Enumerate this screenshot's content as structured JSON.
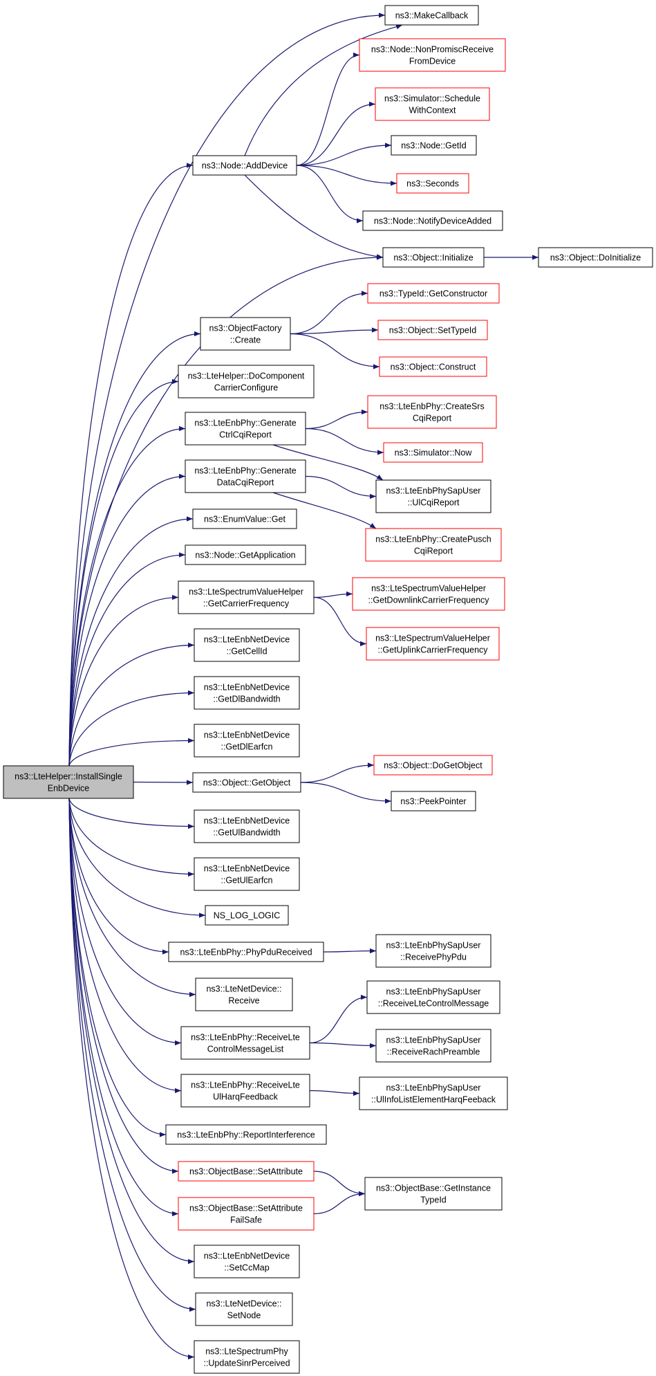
{
  "colors": {
    "edge": "#191970",
    "border_normal": "#000000",
    "border_truncated": "#ff0000",
    "root_fill": "#bfbfbf",
    "node_fill": "#ffffff"
  },
  "nodes": [
    {
      "id": "root",
      "lines": [
        "ns3::LteHelper::InstallSingle",
        "EnbDevice"
      ],
      "style": "root"
    },
    {
      "id": "makecallback",
      "lines": [
        "ns3::MakeCallback"
      ],
      "style": "normal"
    },
    {
      "id": "nonpromisc",
      "lines": [
        "ns3::Node::NonPromiscReceive",
        "FromDevice"
      ],
      "style": "truncated"
    },
    {
      "id": "schedctx",
      "lines": [
        "ns3::Simulator::Schedule",
        "WithContext"
      ],
      "style": "truncated"
    },
    {
      "id": "adddevice",
      "lines": [
        "ns3::Node::AddDevice"
      ],
      "style": "normal"
    },
    {
      "id": "getid",
      "lines": [
        "ns3::Node::GetId"
      ],
      "style": "normal"
    },
    {
      "id": "seconds",
      "lines": [
        "ns3::Seconds"
      ],
      "style": "truncated"
    },
    {
      "id": "notifydev",
      "lines": [
        "ns3::Node::NotifyDeviceAdded"
      ],
      "style": "normal"
    },
    {
      "id": "objinit",
      "lines": [
        "ns3::Object::Initialize"
      ],
      "style": "normal"
    },
    {
      "id": "doinit",
      "lines": [
        "ns3::Object::DoInitialize"
      ],
      "style": "normal"
    },
    {
      "id": "getctor",
      "lines": [
        "ns3::TypeId::GetConstructor"
      ],
      "style": "truncated"
    },
    {
      "id": "ofcreate",
      "lines": [
        "ns3::ObjectFactory",
        "::Create"
      ],
      "style": "normal"
    },
    {
      "id": "settypeid",
      "lines": [
        "ns3::Object::SetTypeId"
      ],
      "style": "truncated"
    },
    {
      "id": "construct",
      "lines": [
        "ns3::Object::Construct"
      ],
      "style": "truncated"
    },
    {
      "id": "docomp",
      "lines": [
        "ns3::LteHelper::DoComponent",
        "CarrierConfigure"
      ],
      "style": "normal"
    },
    {
      "id": "createsrs",
      "lines": [
        "ns3::LteEnbPhy::CreateSrs",
        "CqiReport"
      ],
      "style": "truncated"
    },
    {
      "id": "genctrl",
      "lines": [
        "ns3::LteEnbPhy::Generate",
        "CtrlCqiReport"
      ],
      "style": "normal"
    },
    {
      "id": "simnow",
      "lines": [
        "ns3::Simulator::Now"
      ],
      "style": "truncated"
    },
    {
      "id": "gendata",
      "lines": [
        "ns3::LteEnbPhy::Generate",
        "DataCqiReport"
      ],
      "style": "normal"
    },
    {
      "id": "ulcqi",
      "lines": [
        "ns3::LteEnbPhySapUser",
        "::UlCqiReport"
      ],
      "style": "normal"
    },
    {
      "id": "enumget",
      "lines": [
        "ns3::EnumValue::Get"
      ],
      "style": "normal"
    },
    {
      "id": "createpusch",
      "lines": [
        "ns3::LteEnbPhy::CreatePusch",
        "CqiReport"
      ],
      "style": "truncated"
    },
    {
      "id": "getapp",
      "lines": [
        "ns3::Node::GetApplication"
      ],
      "style": "normal"
    },
    {
      "id": "getcarrier",
      "lines": [
        "ns3::LteSpectrumValueHelper",
        "::GetCarrierFrequency"
      ],
      "style": "normal"
    },
    {
      "id": "getdlcarrier",
      "lines": [
        "ns3::LteSpectrumValueHelper",
        "::GetDownlinkCarrierFrequency"
      ],
      "style": "truncated"
    },
    {
      "id": "getulcarrier",
      "lines": [
        "ns3::LteSpectrumValueHelper",
        "::GetUplinkCarrierFrequency"
      ],
      "style": "truncated"
    },
    {
      "id": "getcellid",
      "lines": [
        "ns3::LteEnbNetDevice",
        "::GetCellId"
      ],
      "style": "normal"
    },
    {
      "id": "getdlbw",
      "lines": [
        "ns3::LteEnbNetDevice",
        "::GetDlBandwidth"
      ],
      "style": "normal"
    },
    {
      "id": "getdlearfcn",
      "lines": [
        "ns3::LteEnbNetDevice",
        "::GetDlEarfcn"
      ],
      "style": "normal"
    },
    {
      "id": "dogetobject",
      "lines": [
        "ns3::Object::DoGetObject"
      ],
      "style": "truncated"
    },
    {
      "id": "getobject",
      "lines": [
        "ns3::Object::GetObject"
      ],
      "style": "normal"
    },
    {
      "id": "peekptr",
      "lines": [
        "ns3::PeekPointer"
      ],
      "style": "normal"
    },
    {
      "id": "getulbw",
      "lines": [
        "ns3::LteEnbNetDevice",
        "::GetUlBandwidth"
      ],
      "style": "normal"
    },
    {
      "id": "getulearfcn",
      "lines": [
        "ns3::LteEnbNetDevice",
        "::GetUlEarfcn"
      ],
      "style": "normal"
    },
    {
      "id": "nslog",
      "lines": [
        "NS_LOG_LOGIC"
      ],
      "style": "normal"
    },
    {
      "id": "phypdu",
      "lines": [
        "ns3::LteEnbPhy::PhyPduReceived"
      ],
      "style": "normal"
    },
    {
      "id": "recvphypdu",
      "lines": [
        "ns3::LteEnbPhySapUser",
        "::ReceivePhyPdu"
      ],
      "style": "normal"
    },
    {
      "id": "ltenetrecv",
      "lines": [
        "ns3::LteNetDevice::",
        "Receive"
      ],
      "style": "normal"
    },
    {
      "id": "recvltectrlmsg",
      "lines": [
        "ns3::LteEnbPhySapUser",
        "::ReceiveLteControlMessage"
      ],
      "style": "normal"
    },
    {
      "id": "recvctrllist",
      "lines": [
        "ns3::LteEnbPhy::ReceiveLte",
        "ControlMessageList"
      ],
      "style": "normal"
    },
    {
      "id": "recvrach",
      "lines": [
        "ns3::LteEnbPhySapUser",
        "::ReceiveRachPreamble"
      ],
      "style": "normal"
    },
    {
      "id": "recvulharq",
      "lines": [
        "ns3::LteEnbPhy::ReceiveLte",
        "UlHarqFeedback"
      ],
      "style": "normal"
    },
    {
      "id": "ulinfolist",
      "lines": [
        "ns3::LteEnbPhySapUser",
        "::UlInfoListElementHarqFeeback"
      ],
      "style": "normal"
    },
    {
      "id": "reportintf",
      "lines": [
        "ns3::LteEnbPhy::ReportInterference"
      ],
      "style": "normal"
    },
    {
      "id": "setattr",
      "lines": [
        "ns3::ObjectBase::SetAttribute"
      ],
      "style": "truncated"
    },
    {
      "id": "getinsttypeid",
      "lines": [
        "ns3::ObjectBase::GetInstance",
        "TypeId"
      ],
      "style": "normal"
    },
    {
      "id": "setattrfs",
      "lines": [
        "ns3::ObjectBase::SetAttribute",
        "FailSafe"
      ],
      "style": "truncated"
    },
    {
      "id": "setccmap",
      "lines": [
        "ns3::LteEnbNetDevice",
        "::SetCcMap"
      ],
      "style": "normal"
    },
    {
      "id": "setnode",
      "lines": [
        "ns3::LteNetDevice::",
        "SetNode"
      ],
      "style": "normal"
    },
    {
      "id": "updatesinr",
      "lines": [
        "ns3::LteSpectrumPhy",
        "::UpdateSinrPerceived"
      ],
      "style": "normal"
    }
  ],
  "edges": [
    [
      "root",
      "makecallback"
    ],
    [
      "root",
      "adddevice"
    ],
    [
      "root",
      "objinit"
    ],
    [
      "root",
      "ofcreate"
    ],
    [
      "root",
      "docomp"
    ],
    [
      "root",
      "genctrl"
    ],
    [
      "root",
      "gendata"
    ],
    [
      "root",
      "enumget"
    ],
    [
      "root",
      "getapp"
    ],
    [
      "root",
      "getcarrier"
    ],
    [
      "root",
      "getcellid"
    ],
    [
      "root",
      "getdlbw"
    ],
    [
      "root",
      "getdlearfcn"
    ],
    [
      "root",
      "getobject"
    ],
    [
      "root",
      "getulbw"
    ],
    [
      "root",
      "getulearfcn"
    ],
    [
      "root",
      "nslog"
    ],
    [
      "root",
      "phypdu"
    ],
    [
      "root",
      "ltenetrecv"
    ],
    [
      "root",
      "recvctrllist"
    ],
    [
      "root",
      "recvulharq"
    ],
    [
      "root",
      "reportintf"
    ],
    [
      "root",
      "setattr"
    ],
    [
      "root",
      "setattrfs"
    ],
    [
      "root",
      "setccmap"
    ],
    [
      "root",
      "setnode"
    ],
    [
      "root",
      "updatesinr"
    ],
    [
      "adddevice",
      "makecallback"
    ],
    [
      "adddevice",
      "nonpromisc"
    ],
    [
      "adddevice",
      "schedctx"
    ],
    [
      "adddevice",
      "getid"
    ],
    [
      "adddevice",
      "seconds"
    ],
    [
      "adddevice",
      "notifydev"
    ],
    [
      "adddevice",
      "objinit"
    ],
    [
      "objinit",
      "doinit"
    ],
    [
      "ofcreate",
      "getctor"
    ],
    [
      "ofcreate",
      "settypeid"
    ],
    [
      "ofcreate",
      "construct"
    ],
    [
      "genctrl",
      "createsrs"
    ],
    [
      "genctrl",
      "simnow"
    ],
    [
      "genctrl",
      "ulcqi"
    ],
    [
      "gendata",
      "ulcqi"
    ],
    [
      "gendata",
      "createpusch"
    ],
    [
      "getcarrier",
      "getdlcarrier"
    ],
    [
      "getcarrier",
      "getulcarrier"
    ],
    [
      "getobject",
      "dogetobject"
    ],
    [
      "getobject",
      "peekptr"
    ],
    [
      "phypdu",
      "recvphypdu"
    ],
    [
      "recvctrllist",
      "recvltectrlmsg"
    ],
    [
      "recvctrllist",
      "recvrach"
    ],
    [
      "recvulharq",
      "ulinfolist"
    ],
    [
      "setattr",
      "getinsttypeid"
    ],
    [
      "setattrfs",
      "getinsttypeid"
    ]
  ]
}
